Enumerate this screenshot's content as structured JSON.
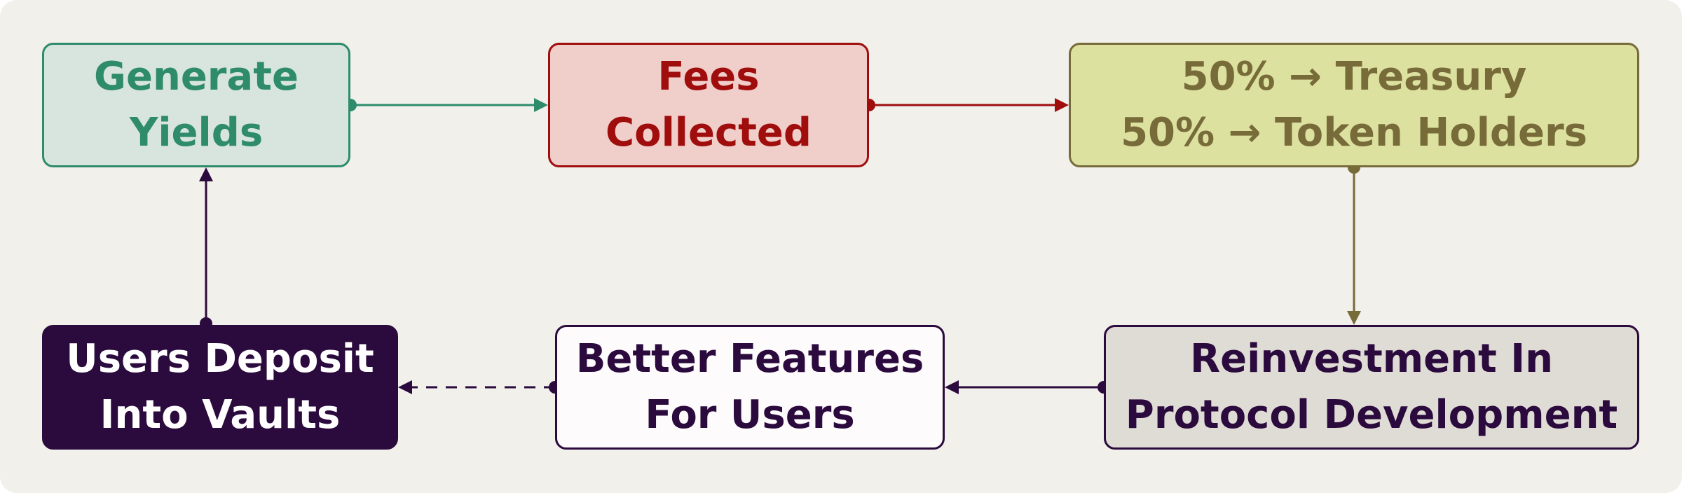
{
  "nodes": {
    "generate": {
      "text": "Generate\nYields"
    },
    "fees": {
      "text": "Fees\nCollected"
    },
    "split": {
      "text": "50% → Treasury\n50% → Token Holders"
    },
    "reinvest": {
      "text": "Reinvestment In\nProtocol Development"
    },
    "features": {
      "text": "Better Features\nFor Users"
    },
    "deposit": {
      "text": "Users Deposit\nInto Vaults"
    }
  },
  "edges": [
    {
      "from": "generate",
      "to": "fees",
      "style": "solid"
    },
    {
      "from": "fees",
      "to": "split",
      "style": "solid"
    },
    {
      "from": "split",
      "to": "reinvest",
      "style": "solid"
    },
    {
      "from": "reinvest",
      "to": "features",
      "style": "solid"
    },
    {
      "from": "features",
      "to": "deposit",
      "style": "dashed"
    },
    {
      "from": "deposit",
      "to": "generate",
      "style": "solid"
    }
  ],
  "colors": {
    "background": "#f1f0eb",
    "generate": {
      "fill": "#d8e5de",
      "stroke": "#2e8b6b",
      "text": "#2e8b6b"
    },
    "fees": {
      "fill": "#f0cfca",
      "stroke": "#a00d0d",
      "text": "#a00d0d"
    },
    "split": {
      "fill": "#dde19f",
      "stroke": "#776b3a",
      "text": "#776b3a"
    },
    "reinvest": {
      "fill": "#dfdcd6",
      "stroke": "#2b0a3d",
      "text": "#2b0a3d"
    },
    "features": {
      "fill": "#fdfbfc",
      "stroke": "#2b0a3d",
      "text": "#2b0a3d"
    },
    "deposit": {
      "fill": "#2b0a3d",
      "stroke": "#2b0a3d",
      "text": "#ffffff"
    }
  }
}
